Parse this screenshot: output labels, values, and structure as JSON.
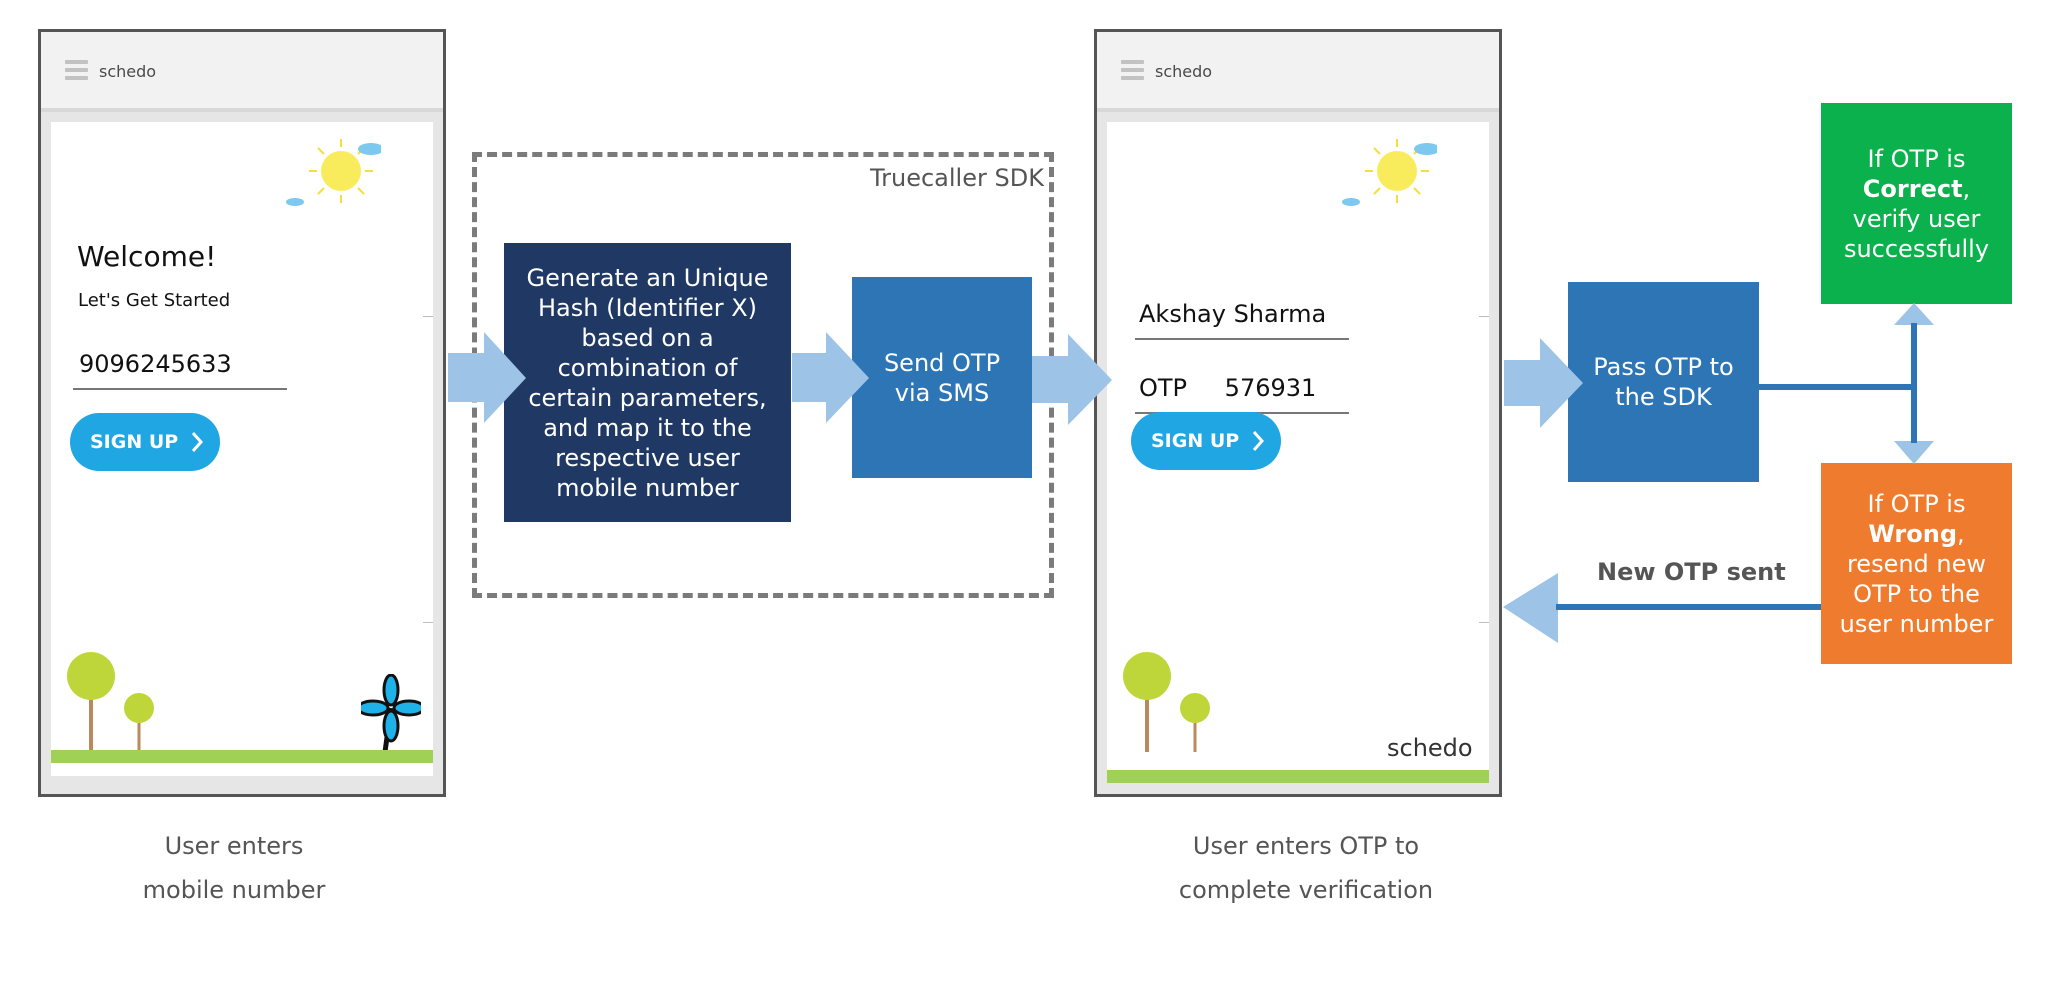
{
  "diagram": {
    "sdk_label": "Truecaller SDK",
    "new_otp_label": "New OTP sent"
  },
  "phone1": {
    "brand": "schedo",
    "welcome": "Welcome!",
    "subtitle": "Let's Get Started",
    "mobile_value": "9096245633",
    "signup_label": "SIGN UP",
    "caption_line1": "User enters",
    "caption_line2": "mobile number"
  },
  "phone2": {
    "brand": "schedo",
    "name_value": "Akshay Sharma",
    "otp_label": "OTP",
    "otp_value": "576931",
    "signup_label": "SIGN UP",
    "footer_brand": "schedo",
    "caption_line1": "User enters OTP to",
    "caption_line2": "complete verification"
  },
  "steps": {
    "generate_hash": "Generate an Unique Hash (Identifier X) based on a combination of certain parameters, and map it to the respective user mobile number",
    "send_otp": "Send OTP via SMS",
    "pass_otp": "Pass OTP to the SDK"
  },
  "outcomes": {
    "correct_prefix": "If OTP is",
    "correct_strong": "Correct",
    "correct_suffix": ", verify user successfully",
    "wrong_prefix": "If OTP is",
    "wrong_strong": "Wrong",
    "wrong_suffix": ", resend new OTP to the user number"
  },
  "colors": {
    "hash_box": "#1f3864",
    "blue_box": "#2e75b6",
    "correct_box": "#0bb14c",
    "wrong_box": "#ef7c2e",
    "arrow_light": "#9dc3e6",
    "connector": "#2e75b6",
    "signup_button": "#1fa6e3"
  }
}
